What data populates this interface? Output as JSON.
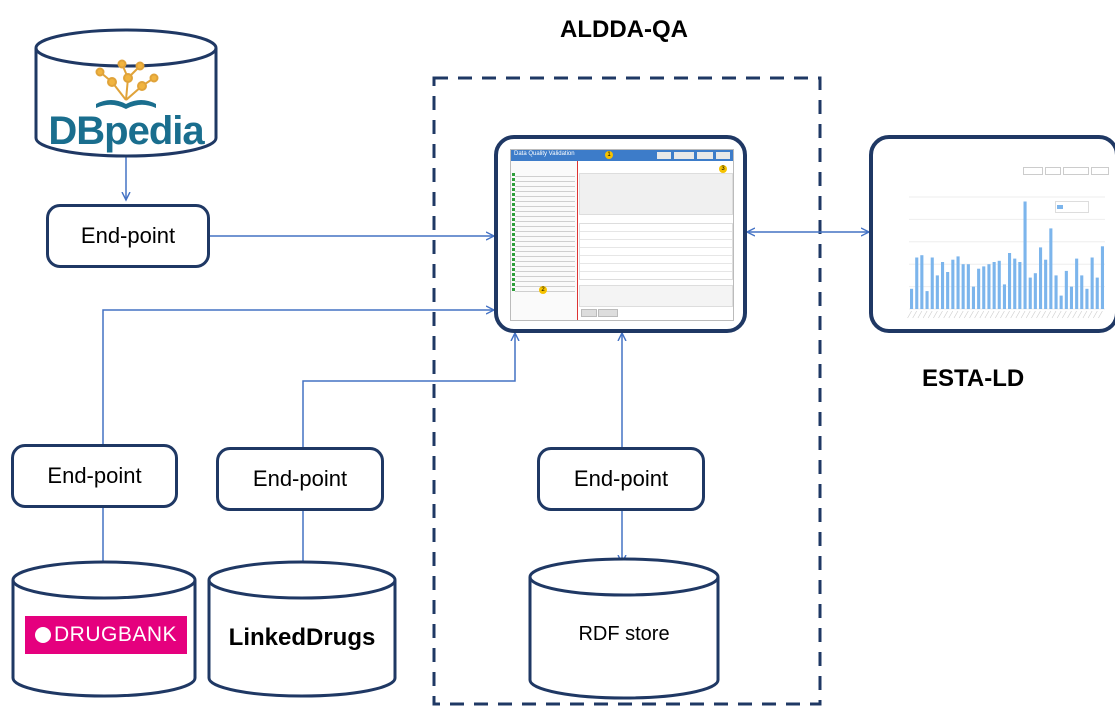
{
  "titles": {
    "aldda": "ALDDA-QA",
    "esta": "ESTA-LD"
  },
  "endpoints": {
    "dbpedia": "End-point",
    "drugbank": "End-point",
    "linkeddrugs": "End-point",
    "rdf": "End-point"
  },
  "databases": {
    "dbpedia_logo": "DBpedia",
    "drugbank_logo": "DRUGBANK",
    "linkeddrugs": "LinkedDrugs",
    "rdf_store": "RDF store"
  },
  "colors": {
    "stroke": "#1f3864",
    "line": "#4472c4",
    "dbpedia_text": "#1a6e8e",
    "drugbank_bg": "#e5007e"
  },
  "screenshot_aldda": {
    "header_title": "Data Quality Validation",
    "badges": [
      "1",
      "2",
      "3"
    ]
  }
}
